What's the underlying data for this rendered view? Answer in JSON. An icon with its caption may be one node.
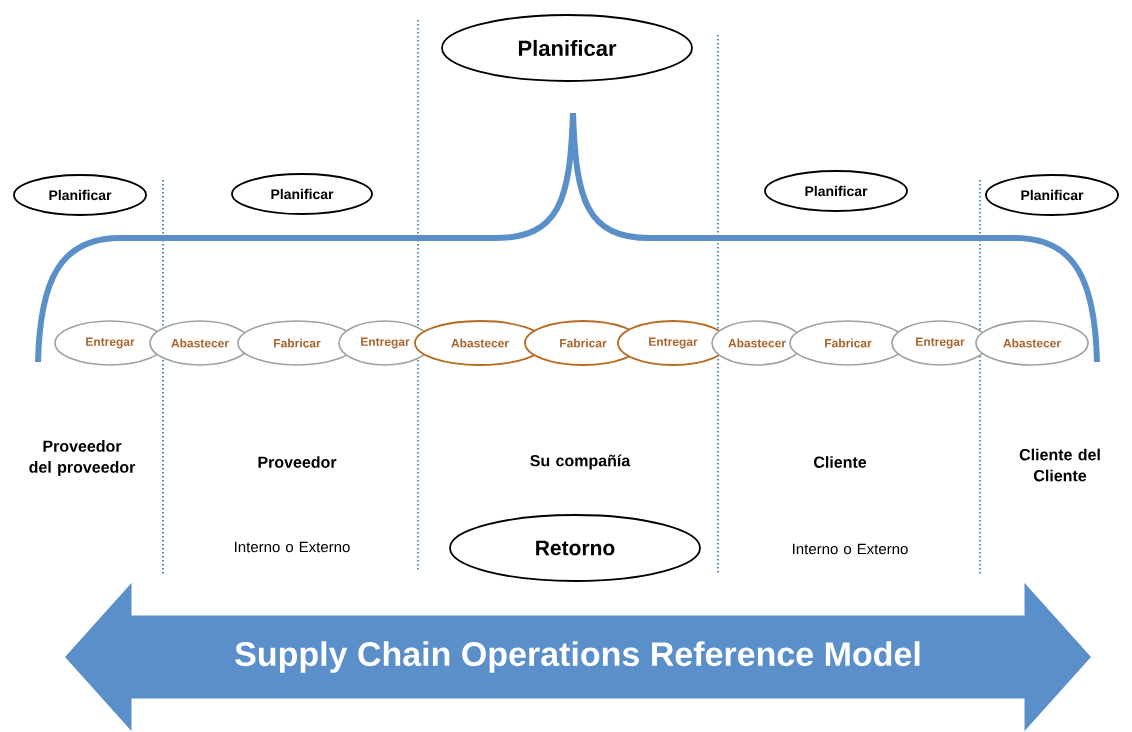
{
  "diagram": {
    "nodes": [
      {
        "text": [
          "Planificar"
        ]
      },
      {
        "text": [
          "Planificar"
        ]
      },
      {
        "text": [
          "Planificar"
        ]
      },
      {
        "text": [
          "Planificar"
        ]
      },
      {
        "text": [
          "Planificar"
        ]
      },
      {
        "text": [
          "Entregar"
        ]
      },
      {
        "text": [
          "Abastecer"
        ]
      },
      {
        "text": [
          "Fabricar"
        ]
      },
      {
        "text": [
          "Entregar"
        ]
      },
      {
        "text": [
          "Abastecer"
        ]
      },
      {
        "text": [
          "Fabricar"
        ]
      },
      {
        "text": [
          "Entregar"
        ]
      },
      {
        "text": [
          "Abastecer"
        ]
      },
      {
        "text": [
          "Fabricar"
        ]
      },
      {
        "text": [
          "Entregar"
        ]
      },
      {
        "text": [
          "Abastecer"
        ]
      },
      {
        "text": [
          "Retorno"
        ]
      },
      {
        "text": [
          "Supply Chain Operations Reference Model"
        ]
      }
    ],
    "labels": [
      "Proveedor del proveedor",
      "Proveedor",
      "Su compañía",
      "Cliente",
      "Cliente del Cliente",
      "Interno o Externo",
      "Interno o Externo"
    ]
  }
}
